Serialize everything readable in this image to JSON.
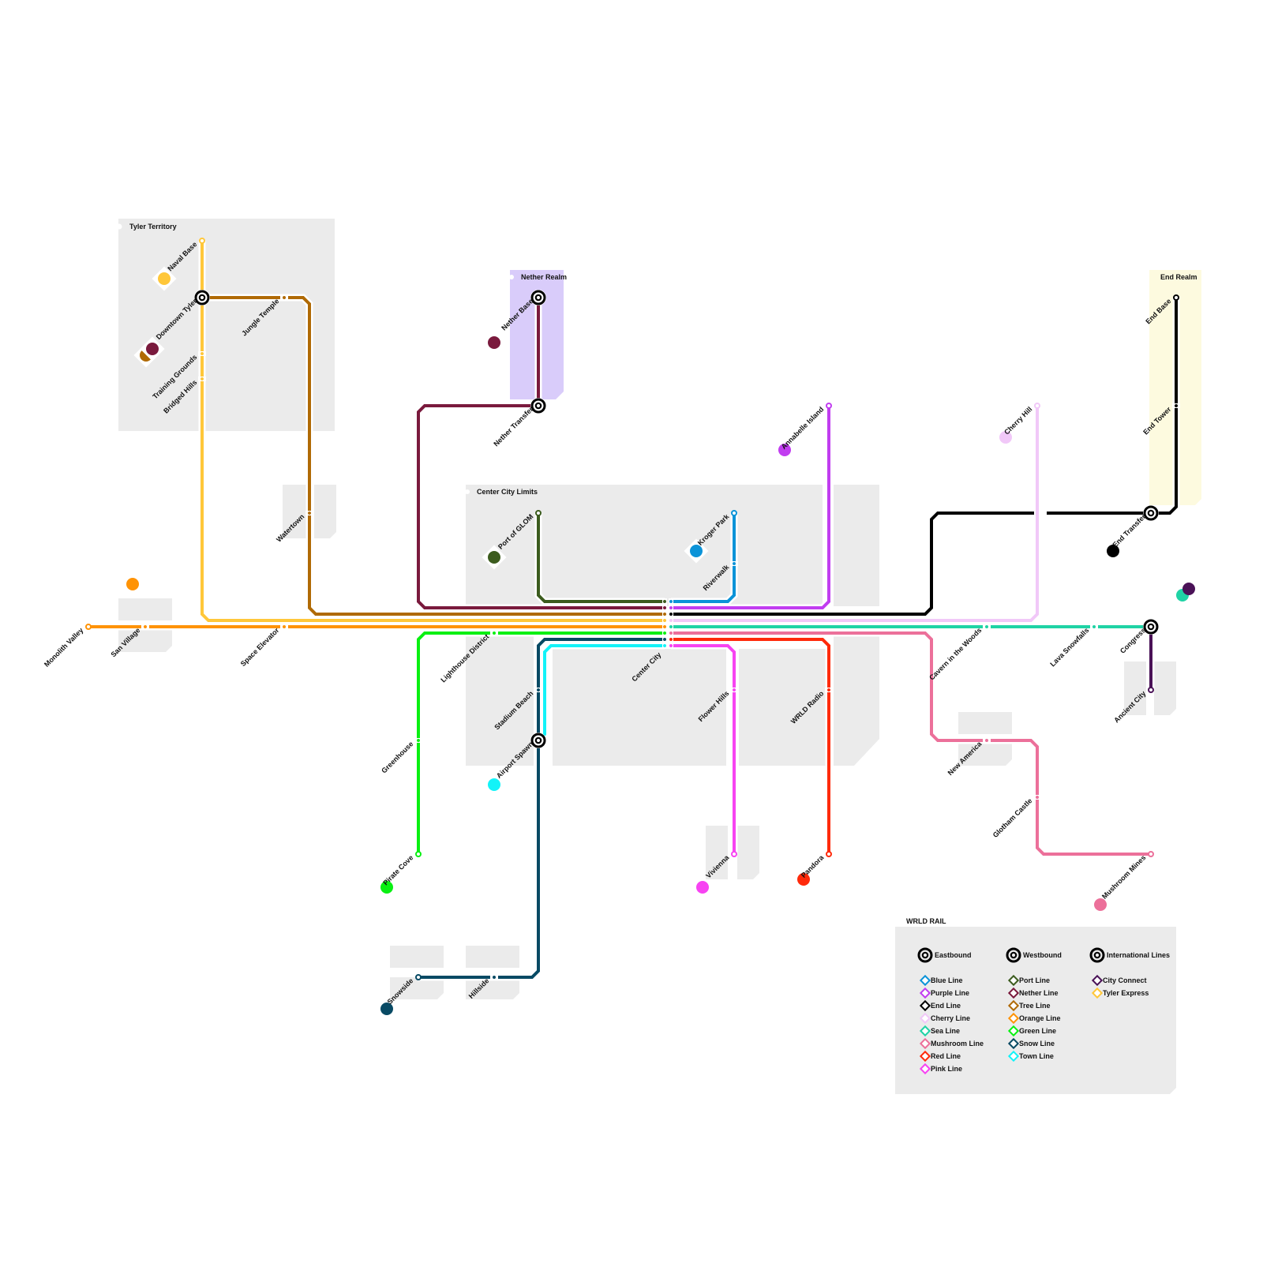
{
  "title": "WRLD RAIL",
  "zones": [
    {
      "name": "Tyler Territory",
      "fill": "#ebebeb"
    },
    {
      "name": "Nether Realm",
      "fill": "#d9ccfa"
    },
    {
      "name": "End Realm",
      "fill": "#fdfadf"
    },
    {
      "name": "Center City Limits",
      "fill": "#ebebeb"
    }
  ],
  "lines": [
    {
      "id": "blue",
      "name": "Blue Line",
      "color": "#0b93d8",
      "group": "Eastbound"
    },
    {
      "id": "purple",
      "name": "Purple Line",
      "color": "#c13df0",
      "group": "Eastbound"
    },
    {
      "id": "end",
      "name": "End Line",
      "color": "#000000",
      "group": "Eastbound"
    },
    {
      "id": "cherry",
      "name": "Cherry Line",
      "color": "#f1c8f8",
      "group": "Eastbound"
    },
    {
      "id": "sea",
      "name": "Sea Line",
      "color": "#1fd3a5",
      "group": "Eastbound"
    },
    {
      "id": "mushroom",
      "name": "Mushroom Line",
      "color": "#ec709a",
      "group": "Eastbound"
    },
    {
      "id": "red",
      "name": "Red Line",
      "color": "#ff2a0b",
      "group": "Eastbound"
    },
    {
      "id": "pink",
      "name": "Pink Line",
      "color": "#f743f2",
      "group": "Eastbound"
    },
    {
      "id": "port",
      "name": "Port Line",
      "color": "#3c5c1e",
      "group": "Westbound"
    },
    {
      "id": "nether",
      "name": "Nether Line",
      "color": "#7a1a3d",
      "group": "Westbound"
    },
    {
      "id": "tree",
      "name": "Tree Line",
      "color": "#b06a04",
      "group": "Westbound"
    },
    {
      "id": "orange",
      "name": "Orange Line",
      "color": "#ff9305",
      "group": "Westbound"
    },
    {
      "id": "green",
      "name": "Green Line",
      "color": "#09f012",
      "group": "Westbound"
    },
    {
      "id": "snow",
      "name": "Snow Line",
      "color": "#084a64",
      "group": "Westbound"
    },
    {
      "id": "town",
      "name": "Town Line",
      "color": "#13f3f8",
      "group": "Westbound"
    },
    {
      "id": "city",
      "name": "City Connect",
      "color": "#4a1257",
      "group": "International Lines"
    },
    {
      "id": "tyler",
      "name": "Tyler Express",
      "color": "#ffc73a",
      "group": "International Lines"
    }
  ],
  "legend": {
    "title": "WRLD RAIL",
    "groups": [
      "Eastbound",
      "Westbound",
      "International Lines"
    ]
  },
  "stations": {
    "naval_base": "Naval Base",
    "downtown_tyler": "Downtown Tyler",
    "training_grounds": "Training Grounds",
    "bridged_hills": "Bridged Hills",
    "jungle_temple": "Jungle Temple",
    "watertown": "Watertown",
    "monolith_valley": "Monolith Valley",
    "san_village": "San Village",
    "space_elevator": "Space Elevator",
    "nether_base": "Nether Base",
    "nether_transfer": "Nether Transfer",
    "port_of_glom": "Port of GLOM",
    "kroger_park": "Kroger Park",
    "riverwalk": "Riverwalk",
    "lighthouse_district": "Lighthouse District",
    "center_city": "Center City",
    "stadium_beach": "Stadium Beach",
    "airport_spawn": "Airport Spawn",
    "greenhouse": "Greenhouse",
    "pirate_cove": "Pirate Cove",
    "snowside": "Snowside",
    "hillside": "Hillside",
    "flower_hills": "Flower Hills",
    "vivienna": "Vivienna",
    "wrld_radio": "WRLD Radio",
    "pandora": "Pandora",
    "annabelle_island": "Annabelle Island",
    "cherry_hill": "Cherry Hill",
    "end_base": "End Base",
    "end_tower": "End Tower",
    "end_transfer": "End Transfer",
    "cavern_in_the_woods": "Cavern in the Woods",
    "lava_snowfalls": "Lava Snowfalls",
    "congress": "Congress",
    "ancient_city": "Ancient City",
    "new_america": "New America",
    "glotham_castle": "Glotham Castle",
    "mushroom_mines": "Mushroom Mines"
  }
}
